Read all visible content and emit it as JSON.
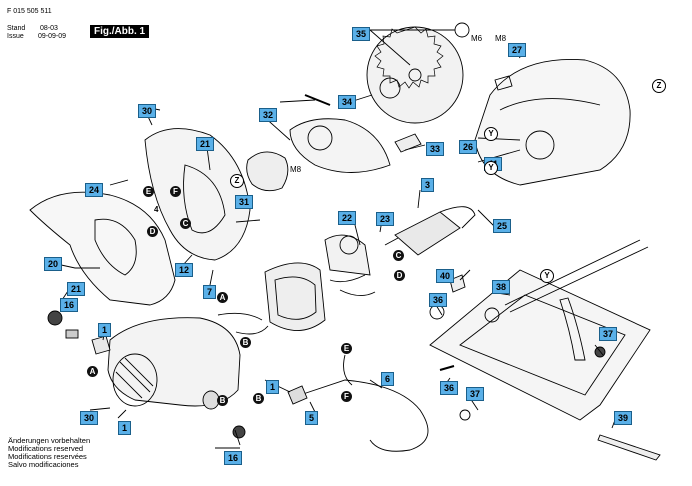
{
  "header": {
    "doc_number": "F 015 505 511",
    "stand_label": "Stand",
    "issue_label": "Issue",
    "stand_value": "08-03",
    "issue_date": "09-09-09",
    "figure_label": "Fig./Abb. 1"
  },
  "notes": [
    "Änderungen vorbehalten",
    "Modifications reserved",
    "Modifications reservées",
    "Salvo modificaciones"
  ],
  "part_tags": [
    {
      "id": "35",
      "label": "35"
    },
    {
      "id": "27",
      "label": "27"
    },
    {
      "id": "30a",
      "label": "30"
    },
    {
      "id": "21a",
      "label": "21"
    },
    {
      "id": "32",
      "label": "32"
    },
    {
      "id": "34",
      "label": "34"
    },
    {
      "id": "33",
      "label": "33"
    },
    {
      "id": "26",
      "label": "26"
    },
    {
      "id": "41",
      "label": "41"
    },
    {
      "id": "24",
      "label": "24"
    },
    {
      "id": "4",
      "label": "4"
    },
    {
      "id": "31",
      "label": "31"
    },
    {
      "id": "3",
      "label": "3"
    },
    {
      "id": "25",
      "label": "25"
    },
    {
      "id": "22",
      "label": "22"
    },
    {
      "id": "23",
      "label": "23"
    },
    {
      "id": "12",
      "label": "12"
    },
    {
      "id": "7",
      "label": "7"
    },
    {
      "id": "20",
      "label": "20"
    },
    {
      "id": "21b",
      "label": "21"
    },
    {
      "id": "16a",
      "label": "16"
    },
    {
      "id": "1a",
      "label": "1"
    },
    {
      "id": "40",
      "label": "40"
    },
    {
      "id": "38",
      "label": "38"
    },
    {
      "id": "36a",
      "label": "36"
    },
    {
      "id": "37a",
      "label": "37"
    },
    {
      "id": "1b",
      "label": "1"
    },
    {
      "id": "6",
      "label": "6"
    },
    {
      "id": "36b",
      "label": "36"
    },
    {
      "id": "37b",
      "label": "37"
    },
    {
      "id": "30b",
      "label": "30"
    },
    {
      "id": "1c",
      "label": "1"
    },
    {
      "id": "5",
      "label": "5"
    },
    {
      "id": "39",
      "label": "39"
    },
    {
      "id": "16b",
      "label": "16"
    }
  ],
  "letter_markers": {
    "z1": "Z",
    "z2": "Z",
    "y1": "Y",
    "y2": "Y",
    "y3": "Y",
    "e1": "E",
    "f1": "F",
    "d1": "D",
    "c1": "C",
    "a1": "A",
    "a2": "A",
    "b1": "B",
    "b2": "B",
    "b3": "B",
    "c2": "C",
    "d2": "D",
    "e2": "E",
    "f2": "F"
  },
  "screw_labels": {
    "m6": "M6",
    "m8a": "M8",
    "m8b": "M8"
  }
}
